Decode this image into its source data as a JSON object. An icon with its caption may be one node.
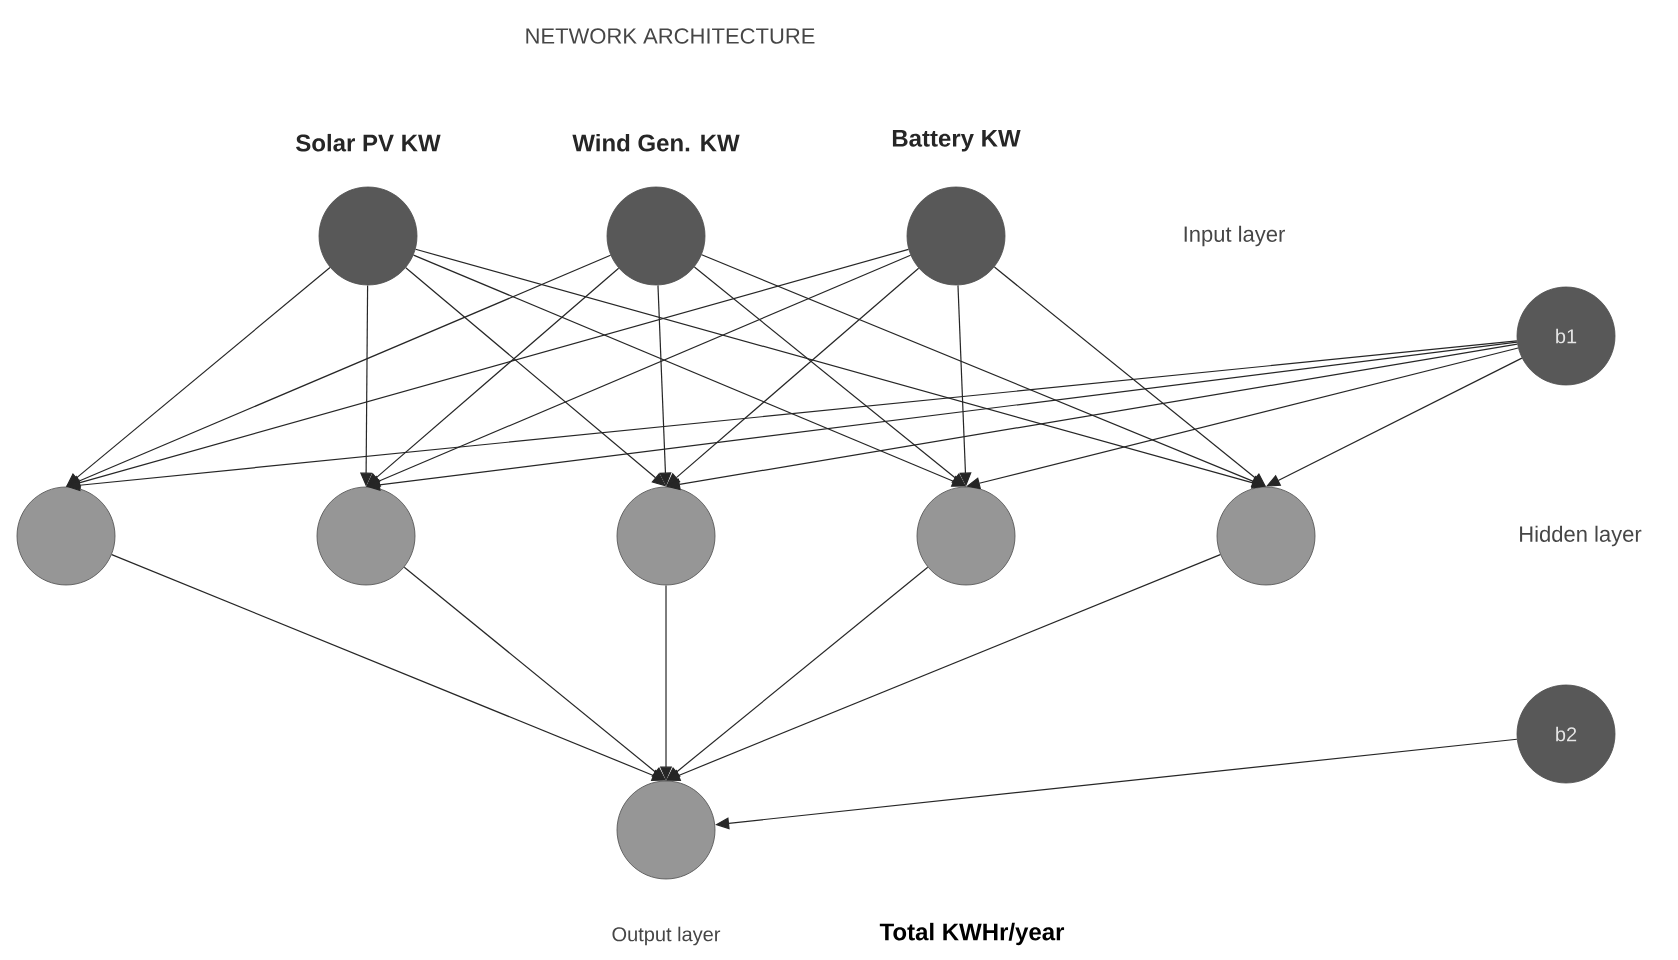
{
  "diagram": {
    "title": "NETWORK ARCHITECTURE",
    "nodes": [
      {
        "text": [
          "Solar PV KW"
        ]
      },
      {
        "text": [
          "Wind Gen. KW"
        ]
      },
      {
        "text": [
          "Battery KW"
        ]
      },
      {
        "text": [
          "b1"
        ]
      },
      {
        "text": [],
        "shape": "circle"
      },
      {
        "text": [],
        "shape": "circle"
      },
      {
        "text": [],
        "shape": "circle"
      },
      {
        "text": [],
        "shape": "circle"
      },
      {
        "text": [],
        "shape": "circle"
      },
      {
        "text": [
          "b2"
        ]
      },
      {
        "text": [],
        "shape": "circle",
        "beside": [
          "Output layer"
        ]
      }
    ],
    "edges": [
      {
        "from": 0,
        "to": 4,
        "arrow": "to"
      },
      {
        "from": 0,
        "to": 5,
        "arrow": "to"
      },
      {
        "from": 0,
        "to": 6,
        "arrow": "to"
      },
      {
        "from": 0,
        "to": 7,
        "arrow": "to"
      },
      {
        "from": 0,
        "to": 8,
        "arrow": "to"
      },
      {
        "from": 1,
        "to": 4,
        "arrow": "to"
      },
      {
        "from": 1,
        "to": 5,
        "arrow": "to"
      },
      {
        "from": 1,
        "to": 6,
        "arrow": "to"
      },
      {
        "from": 1,
        "to": 7,
        "arrow": "to"
      },
      {
        "from": 1,
        "to": 8,
        "arrow": "to"
      },
      {
        "from": 2,
        "to": 4,
        "arrow": "to"
      },
      {
        "from": 2,
        "to": 5,
        "arrow": "to"
      },
      {
        "from": 2,
        "to": 6,
        "arrow": "to"
      },
      {
        "from": 2,
        "to": 7,
        "arrow": "to"
      },
      {
        "from": 2,
        "to": 8,
        "arrow": "to"
      },
      {
        "from": 3,
        "to": 4,
        "arrow": "to"
      },
      {
        "from": 3,
        "to": 5,
        "arrow": "to"
      },
      {
        "from": 3,
        "to": 6,
        "arrow": "to"
      },
      {
        "from": 3,
        "to": 7,
        "arrow": "to"
      },
      {
        "from": 3,
        "to": 8,
        "arrow": "to"
      },
      {
        "from": 4,
        "to": 10,
        "arrow": "to"
      },
      {
        "from": 5,
        "to": 10,
        "arrow": "to"
      },
      {
        "from": 6,
        "to": 10,
        "arrow": "to"
      },
      {
        "from": 7,
        "to": 10,
        "arrow": "to"
      },
      {
        "from": 8,
        "to": 10,
        "arrow": "to"
      },
      {
        "from": 9,
        "to": 10,
        "arrow": "to"
      }
    ],
    "labels": [
      "Input layer",
      "Hidden layer",
      "Total KWHr/year"
    ]
  }
}
